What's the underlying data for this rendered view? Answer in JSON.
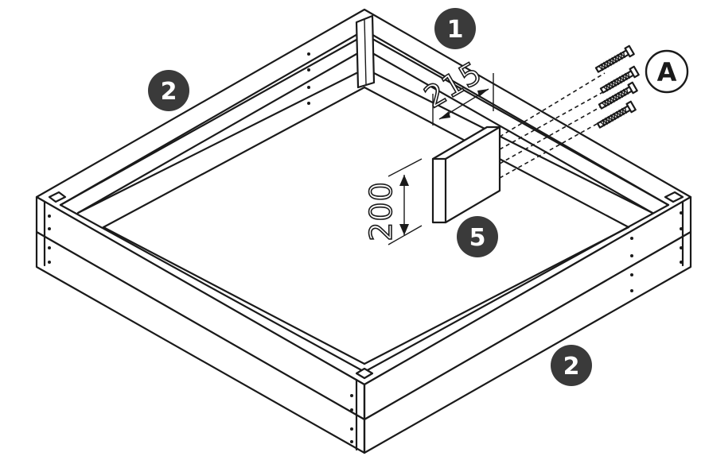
{
  "parts": {
    "part_1": "1",
    "part_2_left": "2",
    "part_2_front": "2",
    "part_5": "5"
  },
  "hardware": {
    "screw_label": "A",
    "screw_count": 4
  },
  "dimensions": {
    "width": "215",
    "height": "200"
  },
  "colors": {
    "badge": "#3a3a3a",
    "line": "#1a1a1a"
  }
}
